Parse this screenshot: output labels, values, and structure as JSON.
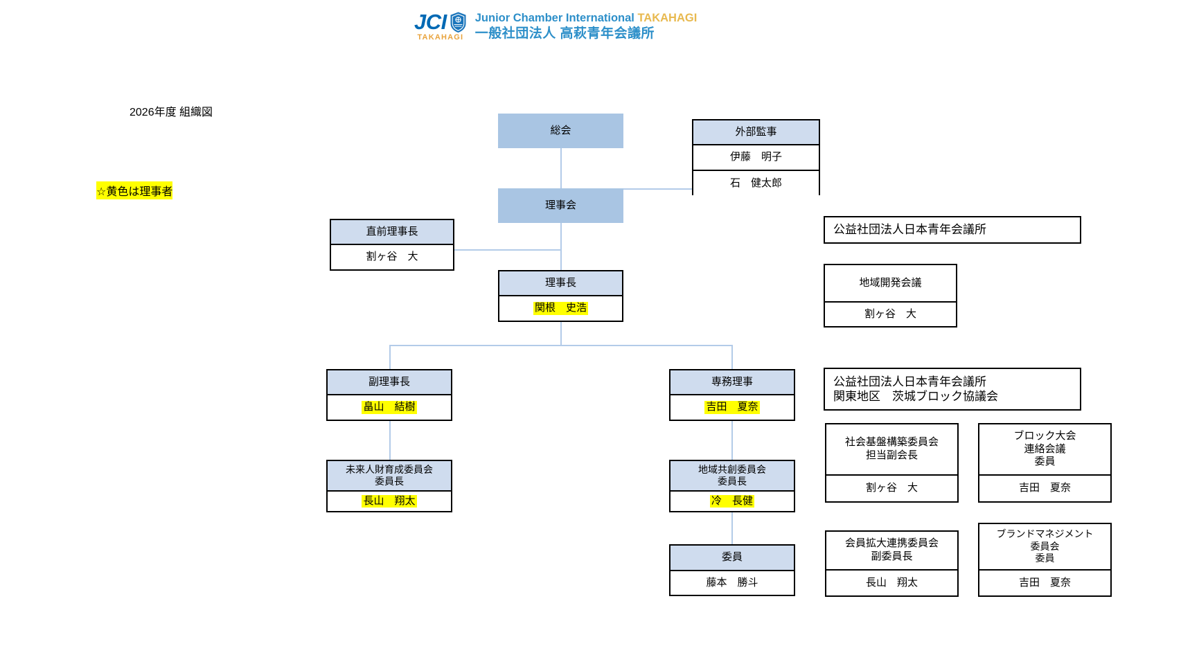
{
  "header": {
    "logo_letters": "JCI",
    "logo_sub": "TAKAHAGI",
    "english_main": "Junior Chamber International ",
    "english_accent": "TAKAHAGI",
    "japanese": "一般社団法人  高萩青年会議所",
    "colors": {
      "jci_blue": "#0069b4",
      "accent_gold": "#e8b94f",
      "text_blue": "#2d8fc9"
    }
  },
  "title": "2026年度 組織図",
  "legend": "☆黄色は理事者",
  "colors": {
    "node_head_fill": "#cfdcee",
    "node_solid_fill": "#a9c5e3",
    "connector": "#b3cbe8",
    "highlight": "#ffff00",
    "border": "#000000"
  },
  "nodes": {
    "general_assembly": {
      "title": "総会"
    },
    "external_auditor": {
      "title": "外部監事",
      "members": [
        "伊藤　明子",
        "石　健太郎"
      ]
    },
    "board_of_directors": {
      "title": "理事会"
    },
    "immediate_past_president": {
      "title": "直前理事長",
      "name": "割ヶ谷　大"
    },
    "president": {
      "title": "理事長",
      "name": "関根　史浩",
      "highlighted": true
    },
    "vice_president": {
      "title": "副理事長",
      "name": "畠山　結樹",
      "highlighted": true
    },
    "managing_director": {
      "title": "専務理事",
      "name": "吉田　夏奈",
      "highlighted": true
    },
    "future_talent_committee": {
      "title": "未来人財育成委員会\n委員長",
      "name": "長山　翔太",
      "highlighted": true
    },
    "regional_cocreation_committee": {
      "title": "地域共創委員会\n委員長",
      "name": "冷　長健",
      "highlighted": true
    },
    "committee_member": {
      "title": "委員",
      "name": "藤本　勝斗"
    }
  },
  "external_orgs": {
    "jci_japan": {
      "title": "公益社団法人日本青年会議所"
    },
    "regional_development_conference": {
      "title": "地域開発会議",
      "name": "割ヶ谷　大"
    },
    "kanto_ibaraki_block": {
      "title": "公益社団法人日本青年会議所\n関東地区　茨城ブロック協議会"
    },
    "social_infrastructure": {
      "title": "社会基盤構築委員会\n担当副会長",
      "name": "割ヶ谷　大"
    },
    "block_convention": {
      "title": "ブロック大会\n連絡会議\n委員",
      "name": "吉田　夏奈"
    },
    "membership_expansion": {
      "title": "会員拡大連携委員会\n副委員長",
      "name": "長山　翔太"
    },
    "brand_management": {
      "title": "ブランドマネジメント\n委員会\n委員",
      "name": "吉田　夏奈"
    }
  }
}
